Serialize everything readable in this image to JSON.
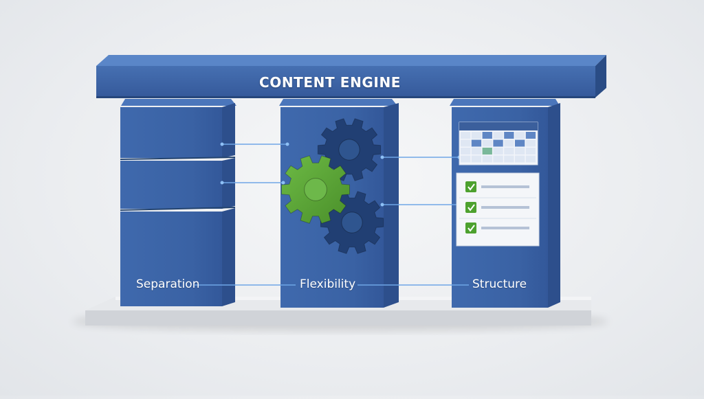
{
  "title": "CONTENT ENGINE",
  "pillars": [
    {
      "label": "Separation"
    },
    {
      "label": "Flexibility"
    },
    {
      "label": "Structure"
    }
  ],
  "colors": {
    "pillar_blue": "#3a62a4",
    "pillar_dark": "#2a4c85",
    "gear_green": "#5aa236",
    "gear_navy": "#213f73",
    "connector": "#6fa6e6",
    "check_green": "#4da12e",
    "base": "#dcdee2"
  },
  "icons": [
    "gear-icon",
    "calendar-grid-icon",
    "checklist-icon",
    "checkmark-icon"
  ],
  "checklist": {
    "items_checked": 3,
    "items_total": 3
  }
}
